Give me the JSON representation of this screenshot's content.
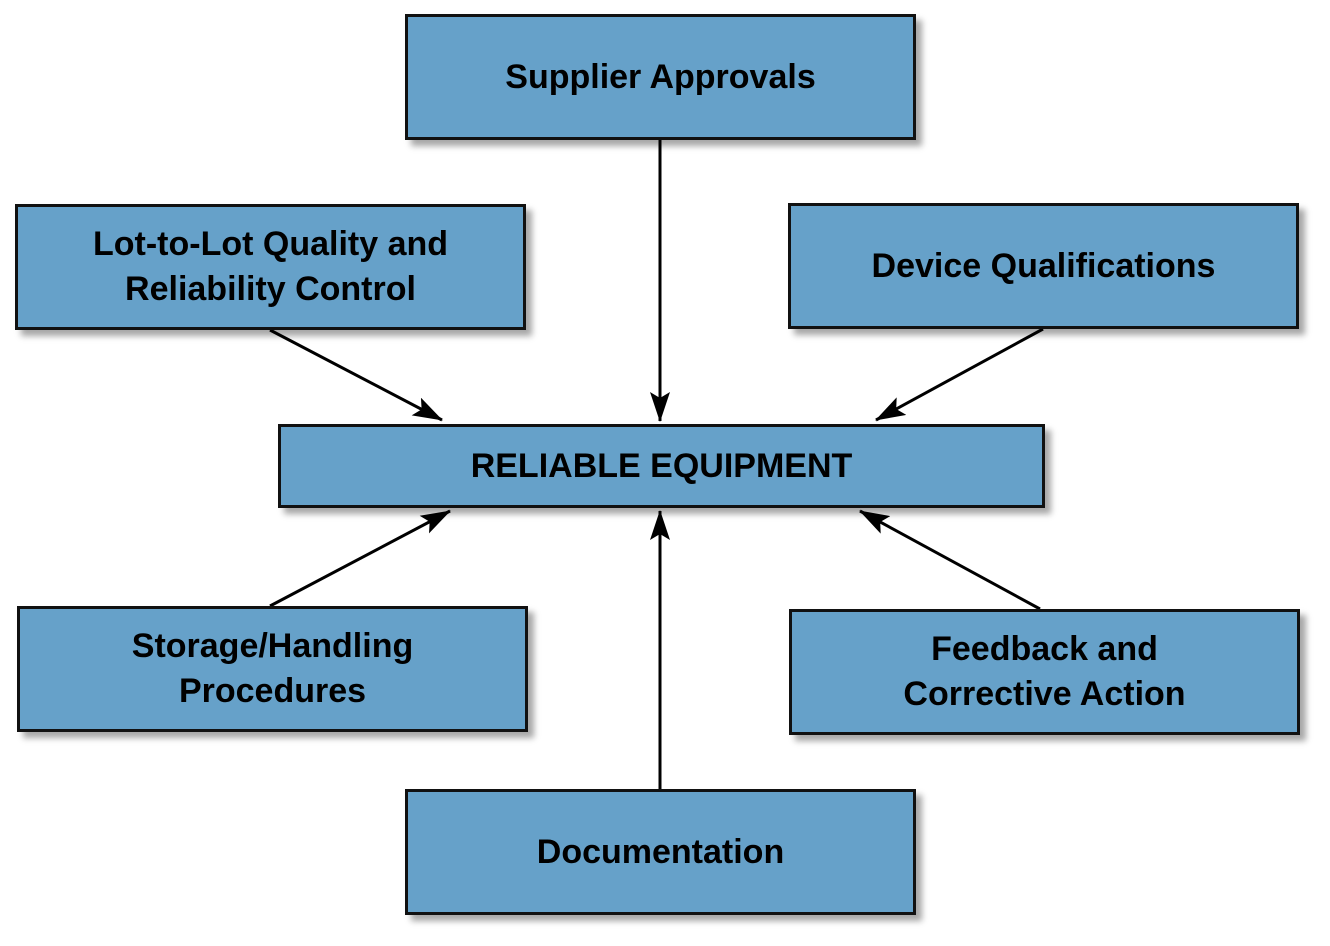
{
  "diagram": {
    "center": {
      "label": "RELIABLE EQUIPMENT"
    },
    "nodes": {
      "supplier": {
        "lines": [
          "Supplier Approvals"
        ]
      },
      "lot": {
        "lines": [
          "Lot-to-Lot Quality and",
          "Reliability Control"
        ]
      },
      "device": {
        "lines": [
          "Device Qualifications"
        ]
      },
      "storage": {
        "lines": [
          "Storage/Handling",
          "Procedures"
        ]
      },
      "feedback": {
        "lines": [
          "Feedback and",
          "Corrective Action"
        ]
      },
      "docs": {
        "lines": [
          "Documentation"
        ]
      }
    },
    "colors": {
      "box_fill": "#66a1c9",
      "box_border": "#111111",
      "arrow": "#000000"
    }
  }
}
